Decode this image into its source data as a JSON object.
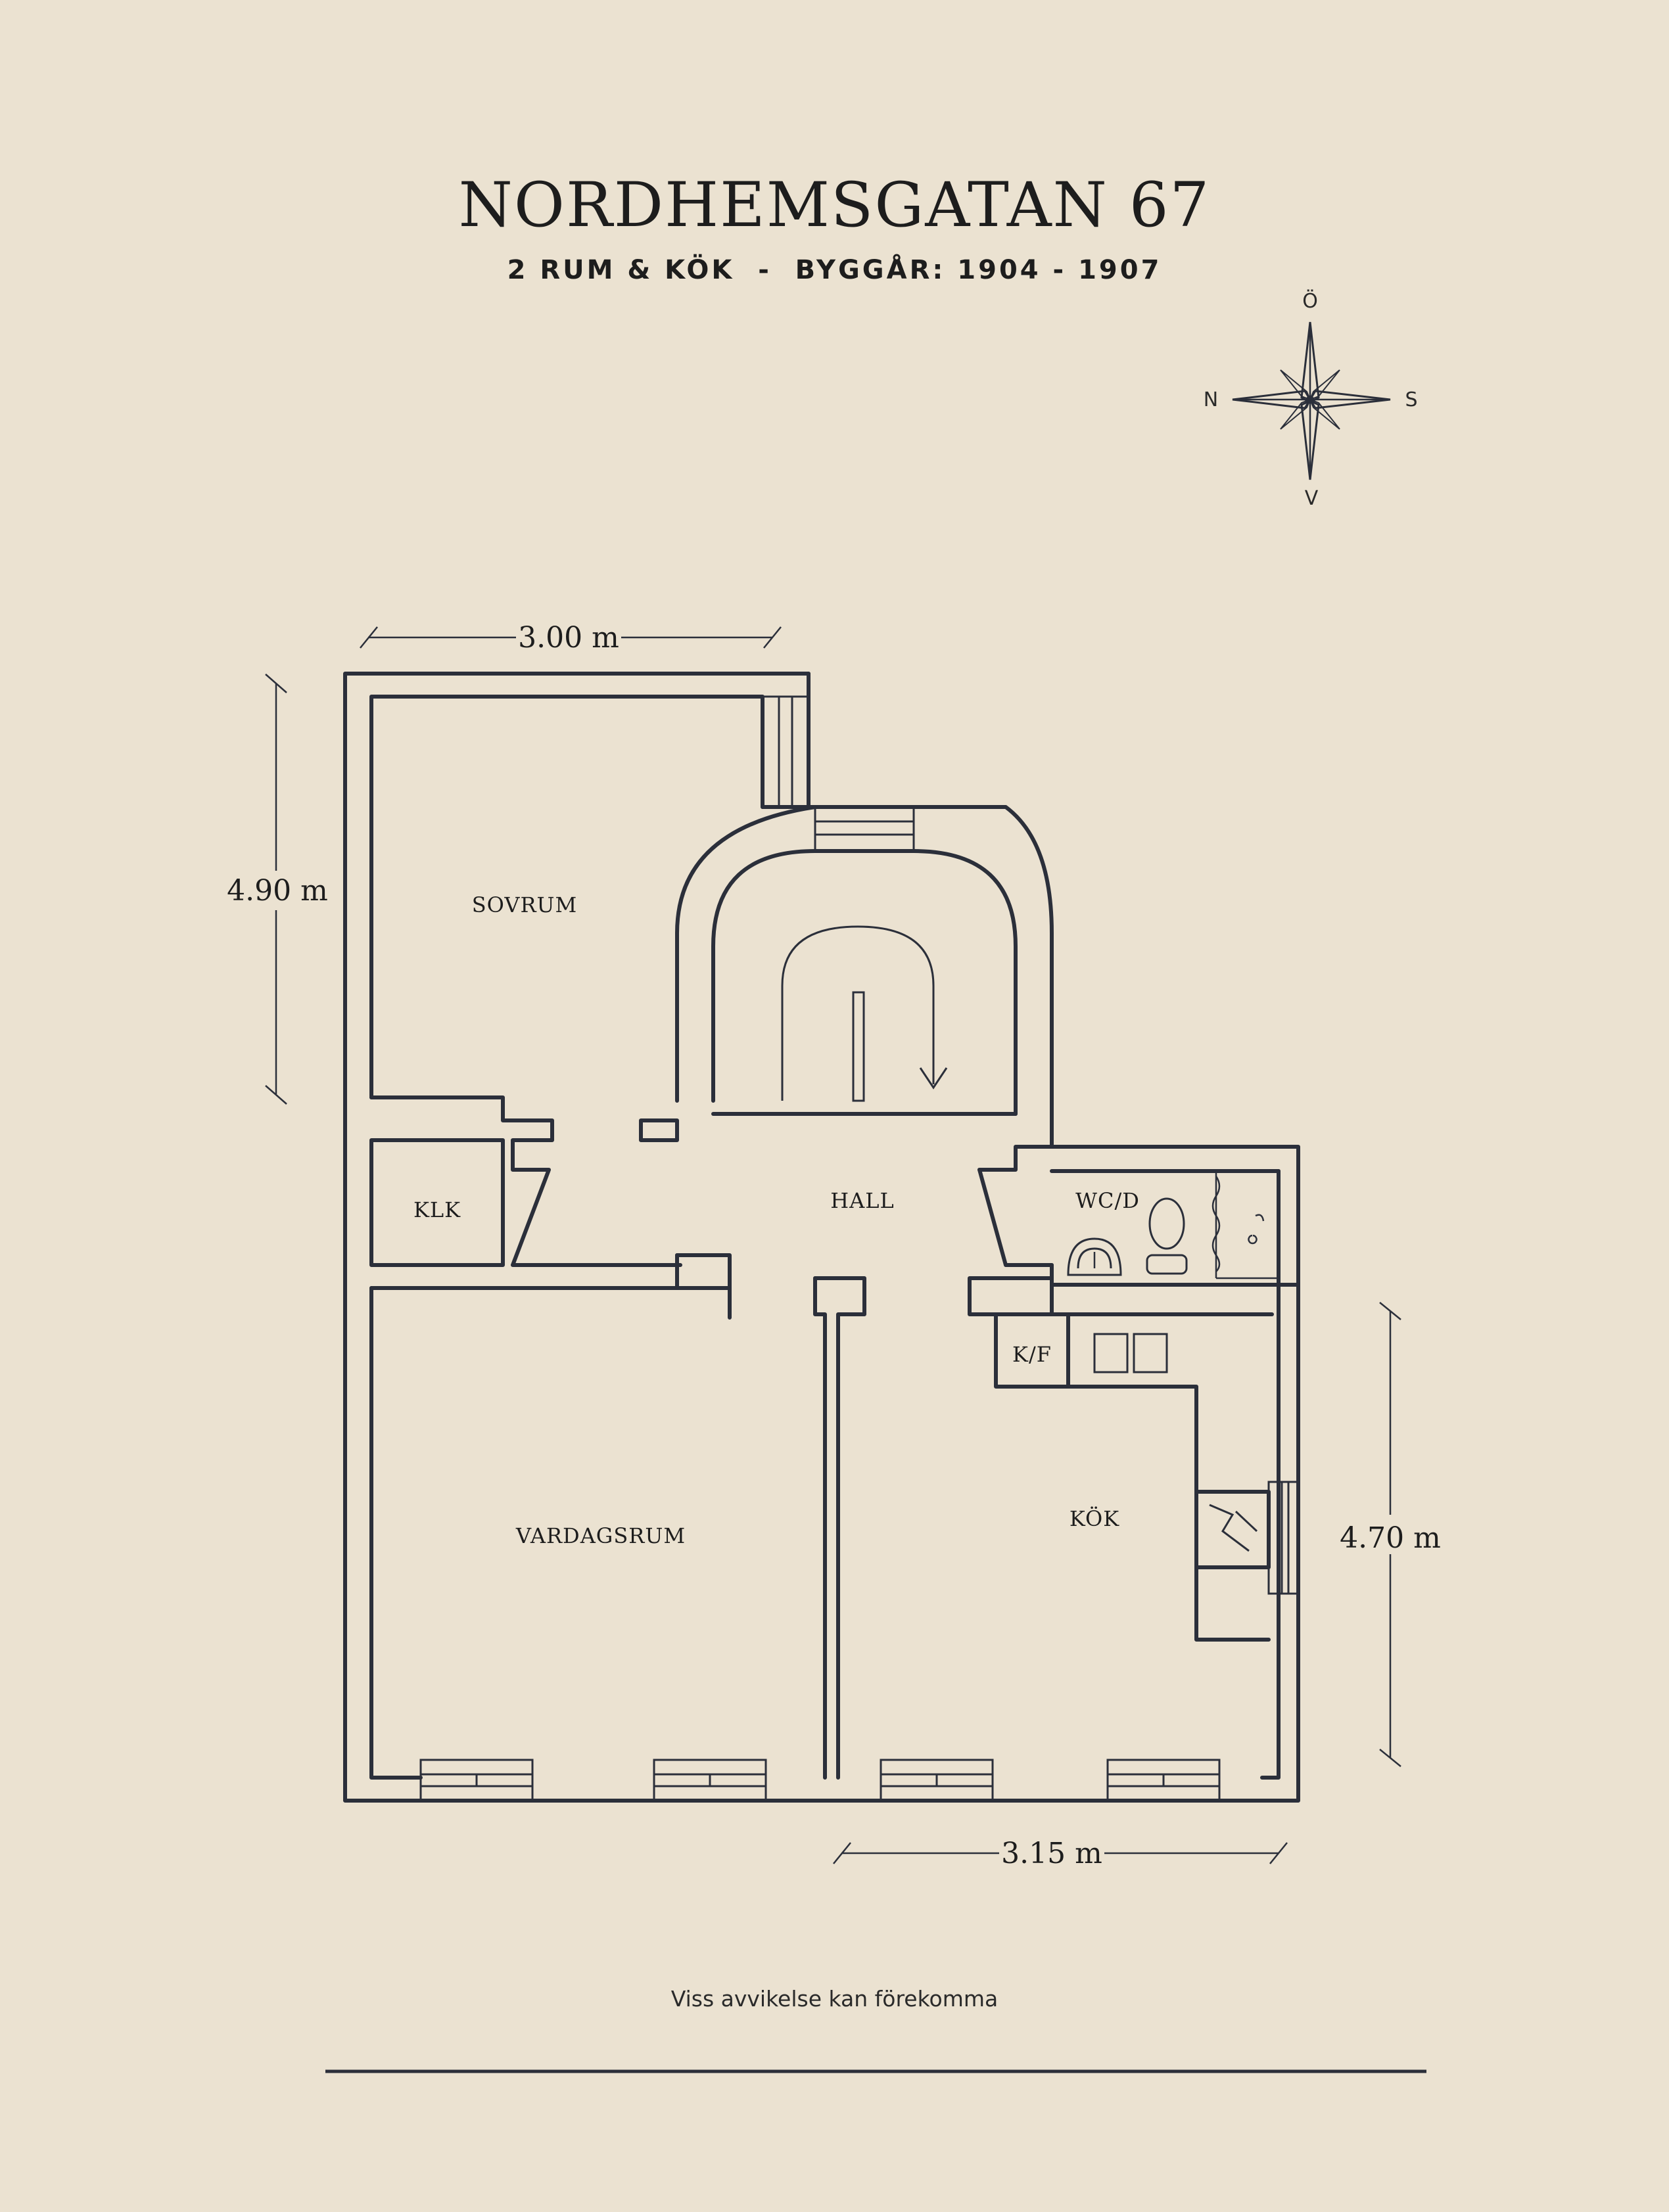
{
  "header": {
    "title": "NORDHEMSGATAN 67",
    "subtitle": "2 RUM & KÖK  -  BYGGÅR: 1904 - 1907"
  },
  "compass": {
    "top": "Ö",
    "left": "N",
    "right": "S",
    "bottom": "V"
  },
  "dimensions": {
    "top": "3.00 m",
    "left": "4.90 m",
    "right": "4.70 m",
    "bottom": "3.15 m"
  },
  "rooms": {
    "sovrum": "SOVRUM",
    "klk": "KLK",
    "hall": "HALL",
    "wcd": "WC/D",
    "kf": "K/F",
    "vardagsrum": "VARDAGSRUM",
    "kok": "KÖK"
  },
  "footer": {
    "note": "Viss avvikelse kan förekomma"
  },
  "colors": {
    "background": "#ebe2d1",
    "ink": "#2b2f3a"
  }
}
